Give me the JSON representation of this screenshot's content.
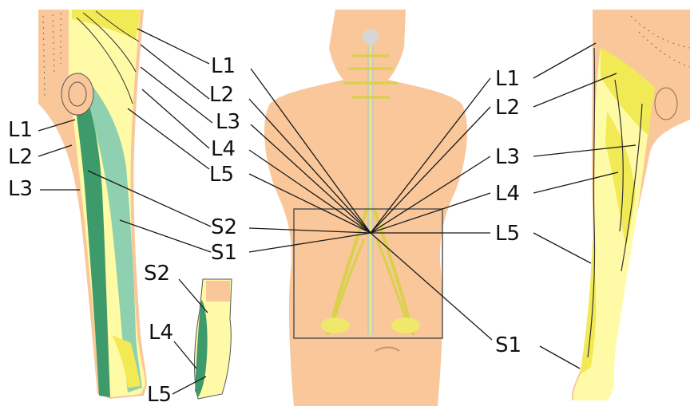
{
  "colors": {
    "skin": "#f9c79a",
    "dermatome_light": "#fffaa5",
    "dermatome_yellow": "#f2ea55",
    "dermatome_green": "#3f9a6b",
    "dermatome_teal": "#8fd0b0",
    "nerve": "#d8d14a",
    "leader_line": "#1a1a1a"
  },
  "labels": {
    "center_l1": "L1",
    "center_l2": "L2",
    "center_l3": "L3",
    "center_l4": "L4",
    "center_l5": "L5",
    "center_s2": "S2",
    "center_s1": "S1",
    "left_l1": "L1",
    "left_l2": "L2",
    "left_l3": "L3",
    "foot_s2": "S2",
    "foot_l4": "L4",
    "foot_l5": "L5",
    "right_l1": "L1",
    "right_l2": "L2",
    "right_l3": "L3",
    "right_l4": "L4",
    "right_l5": "L5",
    "right_s1": "S1"
  }
}
